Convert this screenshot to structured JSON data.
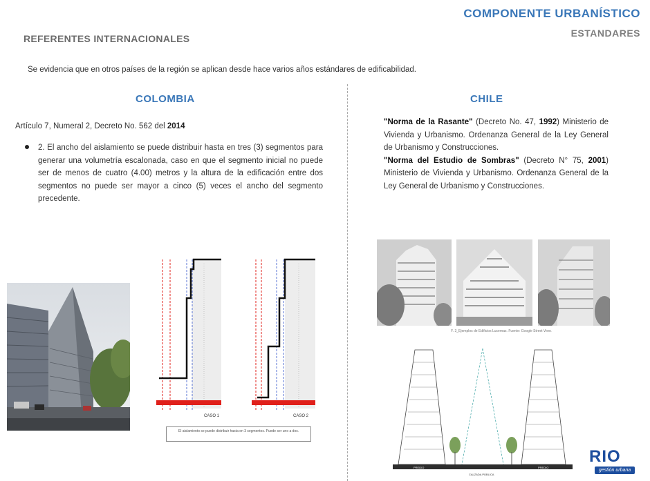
{
  "header": {
    "component": "COMPONENTE URBANÍSTICO",
    "subtitle": "ESTANDARES"
  },
  "section_title": "REFERENTES INTERNACIONALES",
  "intro": "Se evidencia que en otros  países de la región se aplican desde hace varios años estándares de edificabilidad.",
  "colombia": {
    "title": "COLOMBIA",
    "article_prefix": "Artículo 7, Numeral 2, Decreto No. 562  del ",
    "article_year": "2014",
    "bullet": "2. El ancho del aislamiento se puede distribuir hasta en tres (3) segmentos para generar una volumetría escalonada, caso en que el segmento inicial no puede ser de menos de cuatro (4.00) metros y la altura de la edificación entre dos segmentos no puede ser mayor a cinco (5) veces el ancho del segmento precedente.",
    "diagram_labels": [
      "CASO 1",
      "CASO 2"
    ],
    "legend": "El aislamiento se puede distribuir hasta en 3 segmentos. Puede ser uno a dos."
  },
  "chile": {
    "title": "CHILE",
    "norma1_name": "\"Norma de la Rasante\"",
    "norma1_a": " (Decreto No. 47, ",
    "norma1_year": "1992",
    "norma1_b": ") Ministerio de Vivienda y Urbanismo. Ordenanza General de la Ley General de Urbanismo y Construcciones.",
    "norma2_name": "\"Norma del Estudio de Sombras\"",
    "norma2_a": " (Decreto N° 75, ",
    "norma2_year": "2001",
    "norma2_b": ") Ministerio de Vivienda y Urbanismo. Ordenanza General de la Ley General de Urbanismo y Construcciones.",
    "photo_caption": "F. 3_Ejemplos de Edificios Lucernas. Fuente: Google Street View.",
    "section_labels": {
      "predio": "PREDIO",
      "calzada": "CALZADA PÚBLICA"
    }
  },
  "logo": {
    "text": "RIO",
    "sub": "gestión urbana"
  },
  "colors": {
    "accent_blue": "#3a77b8",
    "heading_gray": "#7f7f7f",
    "red_line": "#e0201b"
  }
}
